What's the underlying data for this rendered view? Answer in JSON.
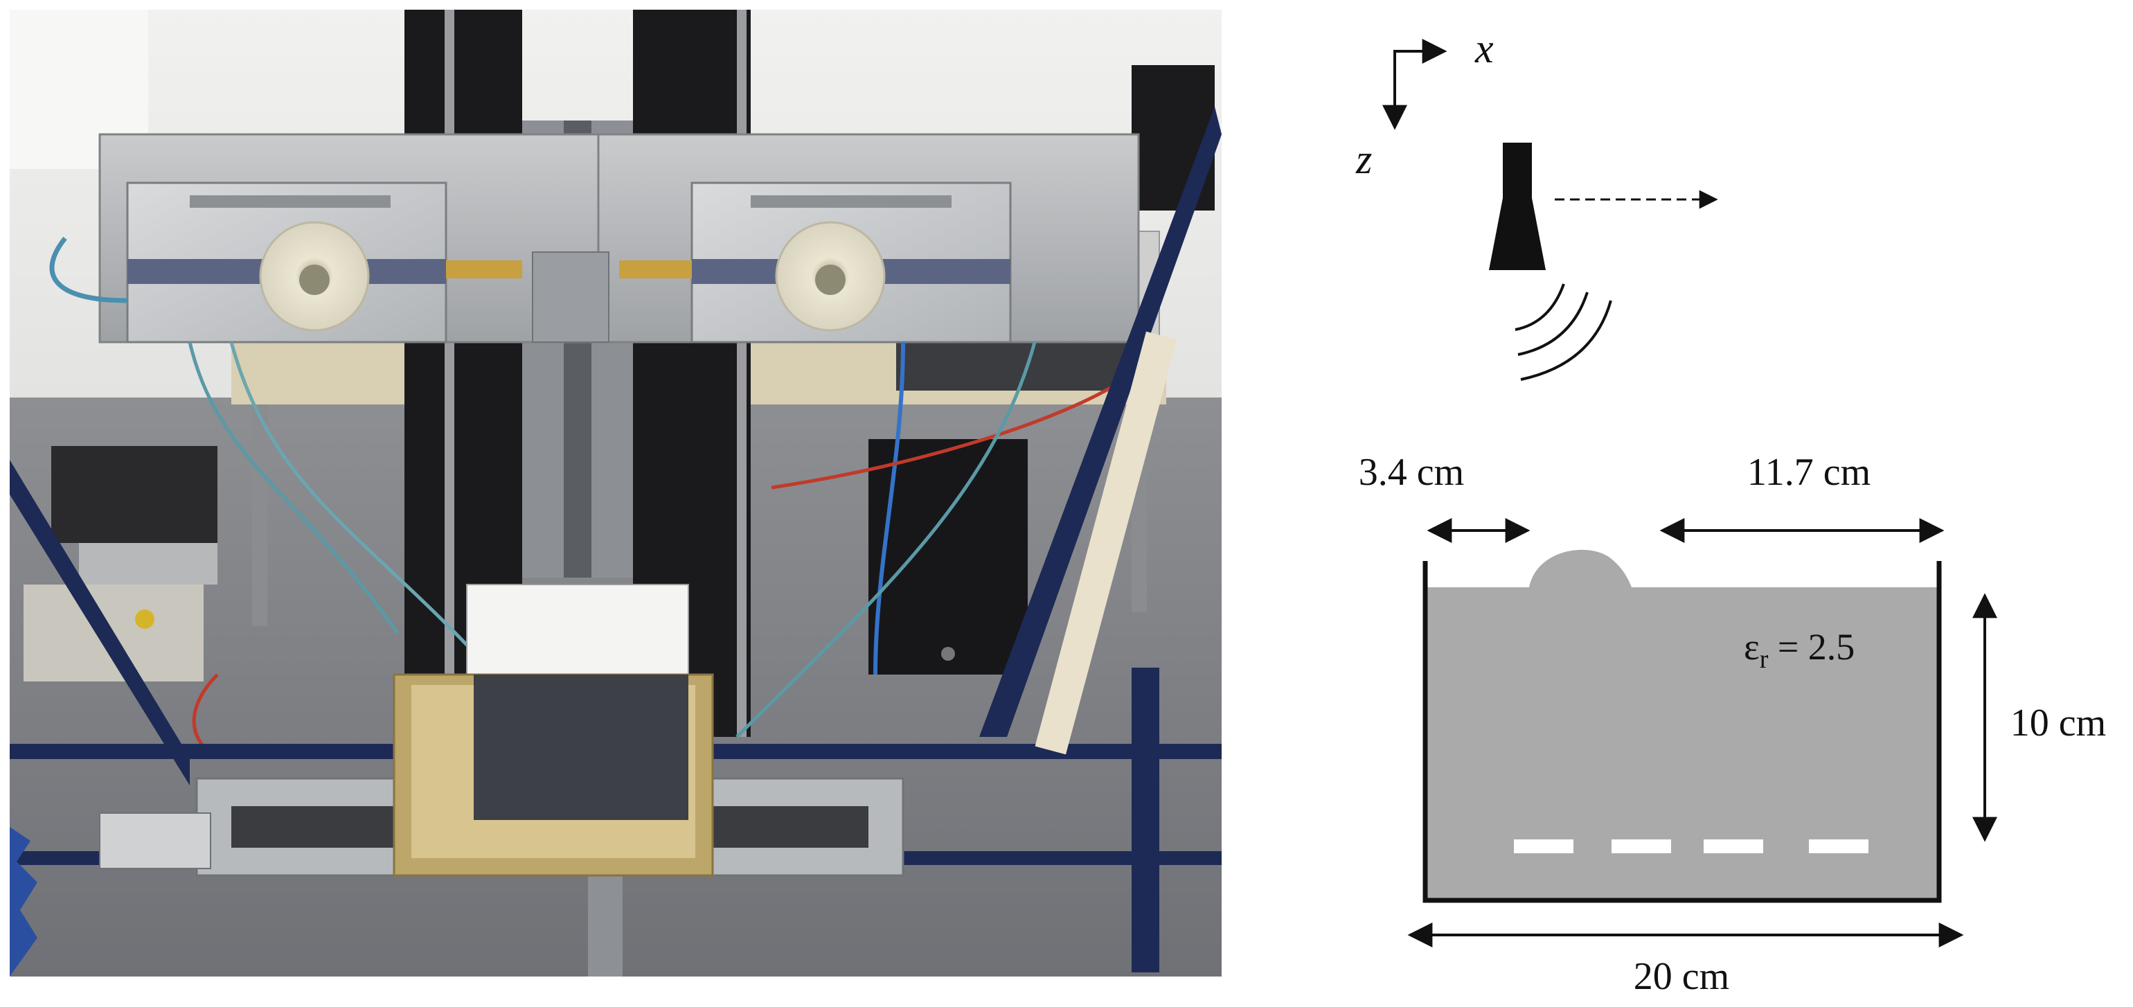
{
  "diagram": {
    "axes": {
      "x_label": "x",
      "z_label": "z"
    },
    "dimensions": {
      "left_offset": "3.4 cm",
      "right_offset": "11.7 cm",
      "depth": "10 cm",
      "width": "20 cm"
    },
    "permittivity": {
      "symbol": "ε",
      "subscript": "r",
      "value_text": " = 2.5"
    }
  },
  "colors": {
    "fill_gray": "#aaaaaa",
    "frame_blue": "#1c2a55",
    "line_black": "#111111",
    "brass": "#c8a040"
  }
}
